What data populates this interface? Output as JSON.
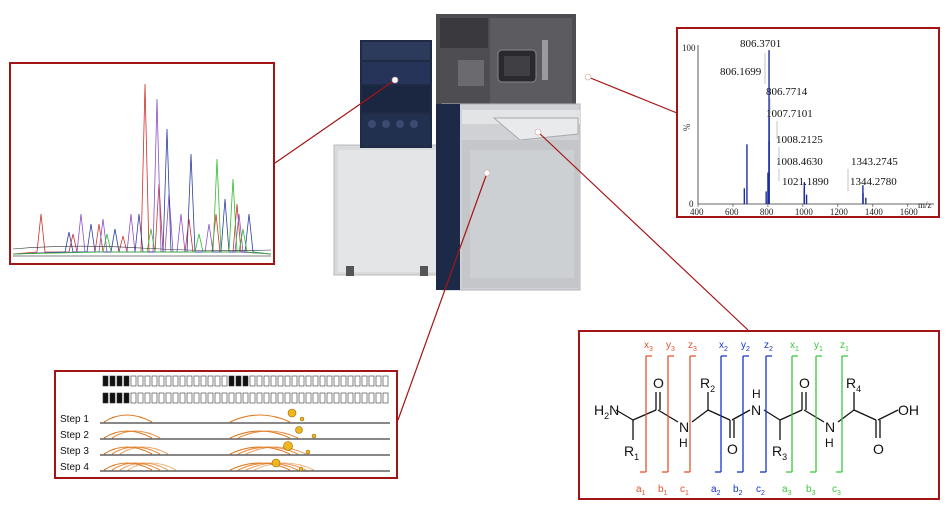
{
  "colors": {
    "frame": "#a31515",
    "chrom_red": "#d0302a",
    "chrom_purple": "#8a4fc8",
    "chrom_blue": "#2c3ea6",
    "chrom_green": "#2fbf2f",
    "spectrum": "#1f2fa0",
    "ion_red": "#e3542b",
    "ion_blue": "#1535c8",
    "ion_green": "#3cc83c",
    "step_orange": "#e07a22",
    "step_dot": "#f2b51c"
  },
  "spectrum": {
    "y_top_label": "100",
    "y_unit": "%",
    "y_zero": "0",
    "x_unit": "m/z",
    "x_ticks": [
      "400",
      "600",
      "800",
      "1000",
      "1200",
      "1400",
      "1600"
    ],
    "peak_labels": [
      "806.3701",
      "806.1699",
      "806.7714",
      "1007.7101",
      "1008.2125",
      "1008.4630",
      "1343.2745",
      "1021.1890",
      "1344.2780"
    ]
  },
  "chart_data": {
    "type": "bar",
    "xlabel": "m/z",
    "ylabel": "%",
    "xlim": [
      400,
      1750
    ],
    "ylim": [
      0,
      100
    ],
    "x": [
      665,
      680,
      790,
      800,
      806.17,
      806.37,
      806.77,
      1007.71,
      1008.21,
      1008.46,
      1021.19,
      1343.27,
      1344.28,
      1360
    ],
    "values": [
      10,
      38,
      8,
      20,
      40,
      98,
      55,
      10,
      14,
      8,
      6,
      12,
      7,
      4
    ]
  },
  "fragmentation": {
    "top_ions": [
      {
        "letter": "x",
        "sub": "3",
        "color": "ion_red"
      },
      {
        "letter": "y",
        "sub": "3",
        "color": "ion_red"
      },
      {
        "letter": "z",
        "sub": "3",
        "color": "ion_red"
      },
      {
        "letter": "x",
        "sub": "2",
        "color": "ion_blue"
      },
      {
        "letter": "y",
        "sub": "2",
        "color": "ion_blue"
      },
      {
        "letter": "z",
        "sub": "2",
        "color": "ion_blue"
      },
      {
        "letter": "x",
        "sub": "1",
        "color": "ion_green"
      },
      {
        "letter": "y",
        "sub": "1",
        "color": "ion_green"
      },
      {
        "letter": "z",
        "sub": "1",
        "color": "ion_green"
      }
    ],
    "bottom_ions": [
      {
        "letter": "a",
        "sub": "1",
        "color": "ion_red"
      },
      {
        "letter": "b",
        "sub": "1",
        "color": "ion_red"
      },
      {
        "letter": "c",
        "sub": "1",
        "color": "ion_red"
      },
      {
        "letter": "a",
        "sub": "2",
        "color": "ion_blue"
      },
      {
        "letter": "b",
        "sub": "2",
        "color": "ion_blue"
      },
      {
        "letter": "c",
        "sub": "2",
        "color": "ion_blue"
      },
      {
        "letter": "a",
        "sub": "3",
        "color": "ion_green"
      },
      {
        "letter": "b",
        "sub": "3",
        "color": "ion_green"
      },
      {
        "letter": "c",
        "sub": "3",
        "color": "ion_green"
      }
    ],
    "atoms": {
      "h2n": "H",
      "h2n_sub": "2",
      "h2n_n": "N",
      "r1": "R",
      "r1_sub": "1",
      "r2": "R",
      "r2_sub": "2",
      "r3": "R",
      "r3_sub": "3",
      "r4": "R",
      "r4_sub": "4",
      "o": "O",
      "n": "N",
      "h": "H",
      "oh": "OH"
    }
  },
  "steps": {
    "labels": [
      "Step 1",
      "Step 2",
      "Step 3",
      "Step 4"
    ]
  }
}
